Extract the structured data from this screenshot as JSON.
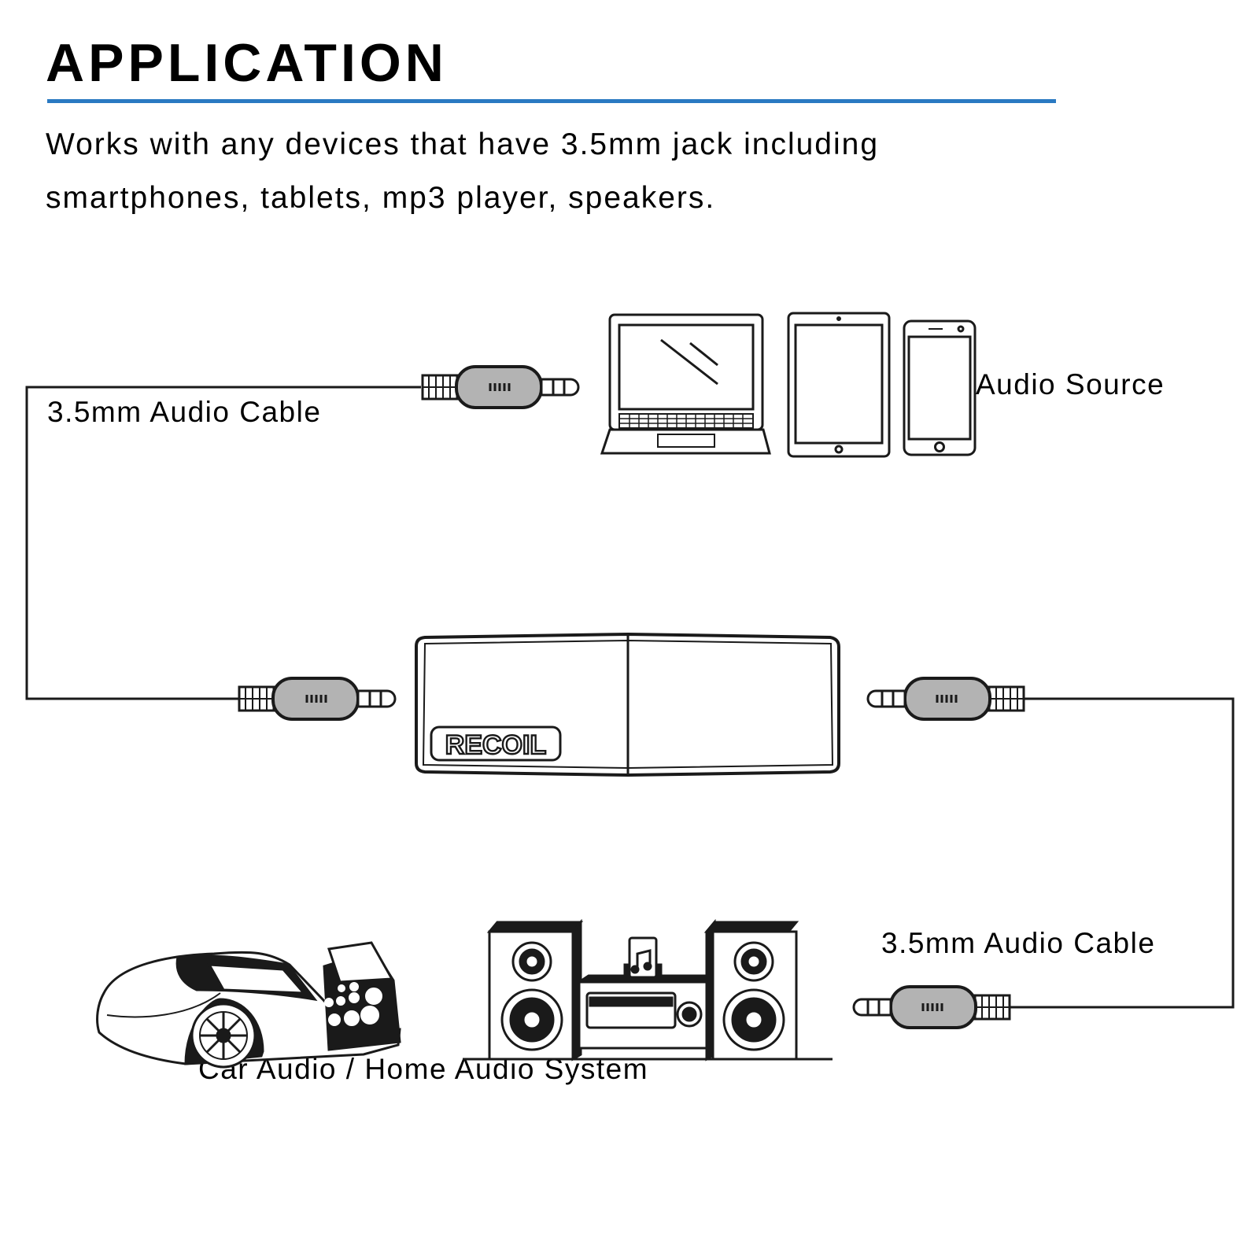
{
  "header": {
    "title": "APPLICATION",
    "description_line1": "Works with any devices that have 3.5mm jack including",
    "description_line2": "smartphones, tablets, mp3 player, speakers."
  },
  "labels": {
    "cable_top": "3.5mm Audio Cable",
    "audio_source": "Audio Source",
    "cable_bottom": "3.5mm Audio Cable",
    "audio_output": "Car Audio / Home Audio System"
  },
  "device": {
    "brand": "RECOIL"
  },
  "colors": {
    "accent": "#2a7ac2",
    "plug_body": "#b3b3b3",
    "ink": "#1a1a1a"
  },
  "icons": [
    "laptop-icon",
    "tablet-icon",
    "smartphone-icon",
    "audio-plug-icon",
    "car-icon",
    "stereo-system-icon",
    "music-note-icon"
  ]
}
